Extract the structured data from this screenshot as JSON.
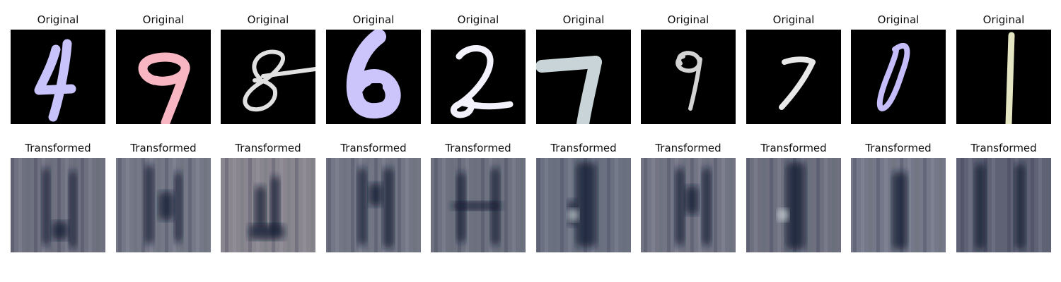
{
  "figure": {
    "original_title": "Original",
    "transformed_title": "Transformed"
  },
  "samples": [
    {
      "digit": "4",
      "color": "#c9c3fb",
      "stroke": 13,
      "transformed_tone": "#6f7080"
    },
    {
      "digit": "9",
      "color": "#f7b6c2",
      "stroke": 13,
      "transformed_tone": "#757887"
    },
    {
      "digit": "8",
      "color": "#e1e1e1",
      "stroke": 6,
      "transformed_tone": "#8a8690"
    },
    {
      "digit": "6",
      "color": "#cbc5fb",
      "stroke": 22,
      "transformed_tone": "#727685"
    },
    {
      "digit": "2",
      "color": "#f3f1fb",
      "stroke": 9,
      "transformed_tone": "#6e7280"
    },
    {
      "digit": "7",
      "color": "#c8d4d8",
      "stroke": 18,
      "transformed_tone": "#6c7182"
    },
    {
      "digit": "9",
      "color": "#d3d3d3",
      "stroke": 6,
      "transformed_tone": "#737585"
    },
    {
      "digit": "7",
      "color": "#e8e8e8",
      "stroke": 8,
      "transformed_tone": "#6e7080"
    },
    {
      "digit": "0",
      "color": "#c5bdfa",
      "stroke": 8,
      "transformed_tone": "#757888"
    },
    {
      "digit": "1",
      "color": "#e4e5c2",
      "stroke": 9,
      "transformed_tone": "#5f6275"
    }
  ]
}
